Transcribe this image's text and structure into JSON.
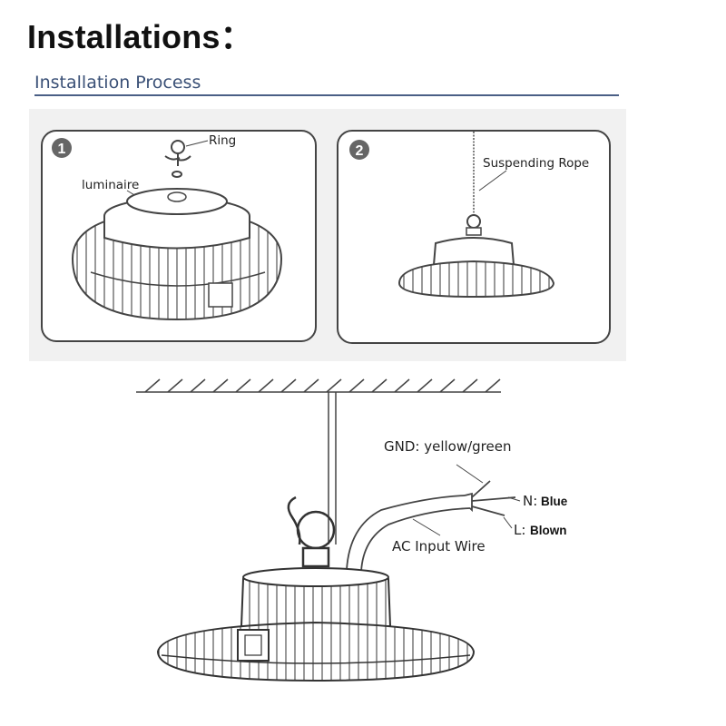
{
  "header": {
    "title": "Installations：",
    "subtitle": "Installation Process"
  },
  "panels": [
    {
      "number": "1",
      "labels": {
        "ring": "Ring",
        "luminaire": "luminaire"
      }
    },
    {
      "number": "2",
      "labels": {
        "rope": "Suspending Rope"
      }
    }
  ],
  "wiring": {
    "gnd_label": "GND: yellow/green",
    "n_prefix": "N:",
    "n_color": "Blue",
    "l_prefix": "L:",
    "l_color": "Blown",
    "ac_label": "AC Input Wire"
  },
  "colors": {
    "title": "#111111",
    "subtitle": "#3b5177",
    "rule": "#4a5f86",
    "panel_badge": "#666666"
  },
  "icons": [
    "hook-ring-icon",
    "suspending-rope-icon",
    "ufo-high-bay-light-icon",
    "ceiling-hatch-icon"
  ]
}
